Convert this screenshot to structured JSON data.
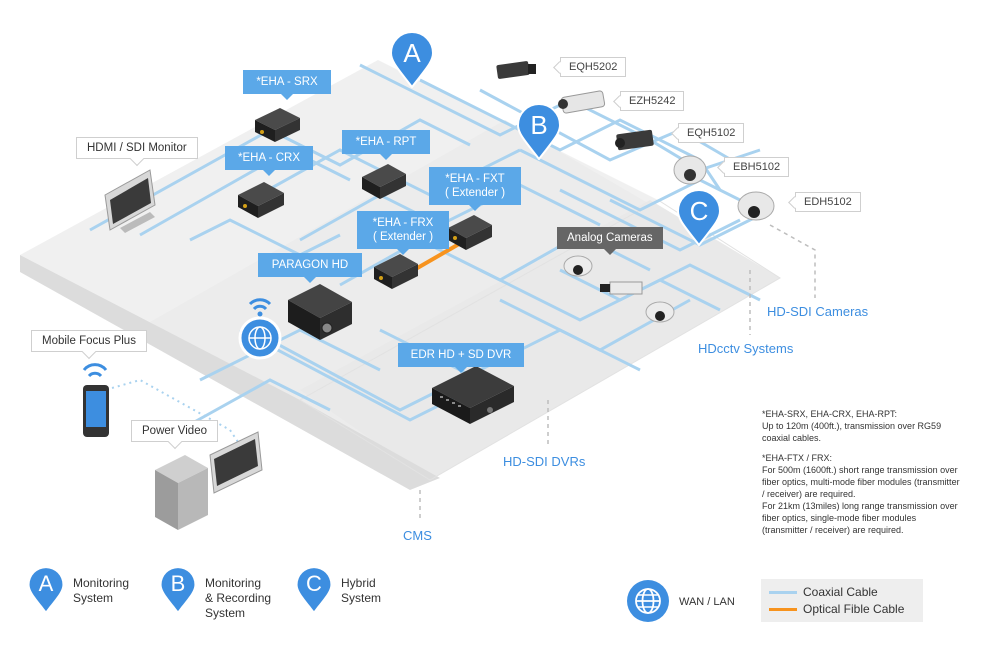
{
  "devices": {
    "eha_srx": "*EHA - SRX",
    "eha_crx": "*EHA - CRX",
    "eha_rpt": "*EHA - RPT",
    "eha_fxt": [
      "*EHA - FXT",
      "( Extender )"
    ],
    "eha_frx": [
      "*EHA - FRX",
      "( Extender )"
    ],
    "paragon_hd": "PARAGON HD",
    "edr_dvr": "EDR HD + SD DVR",
    "monitor": "HDMI / SDI Monitor",
    "mobile": "Mobile Focus Plus",
    "power_video": "Power Video",
    "analog_cameras": "Analog Cameras"
  },
  "camera_models": [
    "EQH5202",
    "EZH5242",
    "EQH5102",
    "EBH5102",
    "EDH5102"
  ],
  "system_labels": {
    "hd_sdi_cameras": "HD-SDI Cameras",
    "hdcctv_systems": "HDcctv Systems",
    "hd_sdi_dvrs": "HD-SDI DVRs",
    "cms": "CMS"
  },
  "pins": {
    "a": "A",
    "b": "B",
    "c": "C"
  },
  "notes": {
    "note1_title": "*EHA-SRX, EHA-CRX, EHA-RPT:",
    "note1_body": "Up to 120m (400ft.), transmission over RG59 coaxial cables.",
    "note2_title": "*EHA-FTX / FRX:",
    "note2_line1": "For 500m (1600ft.) short range transmission over fiber optics, multi-mode fiber modules (transmitter / receiver) are required.",
    "note2_line2": "For 21km (13miles) long range transmission over fiber optics, single-mode fiber modules (transmitter / receiver) are required."
  },
  "legend": {
    "a_label": [
      "Monitoring",
      "System"
    ],
    "b_label": [
      "Monitoring",
      "& Recording",
      "System"
    ],
    "c_label": [
      "Hybrid",
      "System"
    ],
    "wan_lan": "WAN / LAN",
    "coaxial": "Coaxial Cable",
    "optical": "Optical Fible Cable"
  },
  "colors": {
    "accent_blue": "#3d8ee0",
    "callout_blue": "#5ba8e8",
    "coax_line": "#a9d2ef",
    "optical_line": "#f7931e",
    "platform": "#ededed",
    "device_dark": "#2b2b2b"
  }
}
